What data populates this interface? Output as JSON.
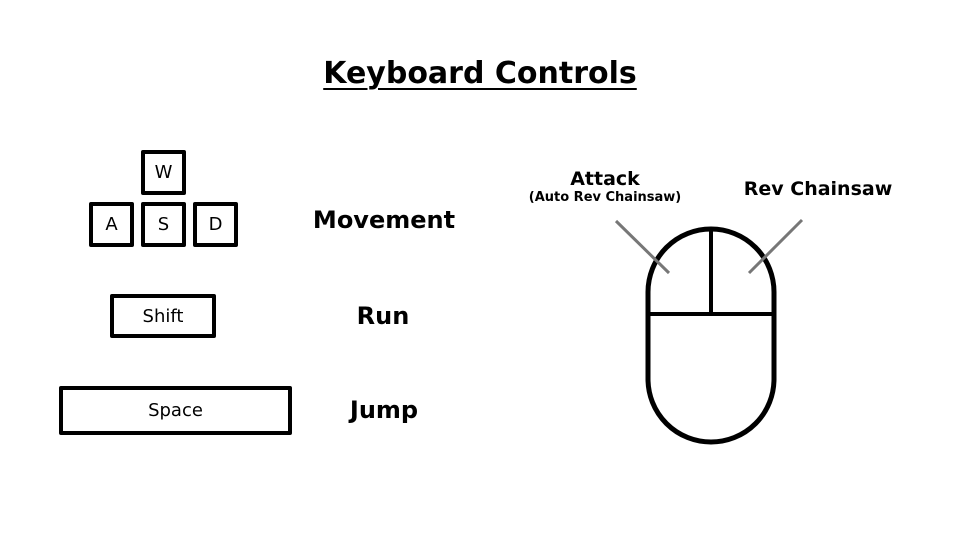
{
  "title": "Keyboard Controls",
  "keys": {
    "w": "W",
    "a": "A",
    "s": "S",
    "d": "D",
    "shift": "Shift",
    "space": "Space"
  },
  "actions": {
    "movement": "Movement",
    "run": "Run",
    "jump": "Jump"
  },
  "mouse": {
    "left_label": "Attack",
    "left_sublabel": "(Auto Rev Chainsaw)",
    "right_label": "Rev Chainsaw"
  }
}
